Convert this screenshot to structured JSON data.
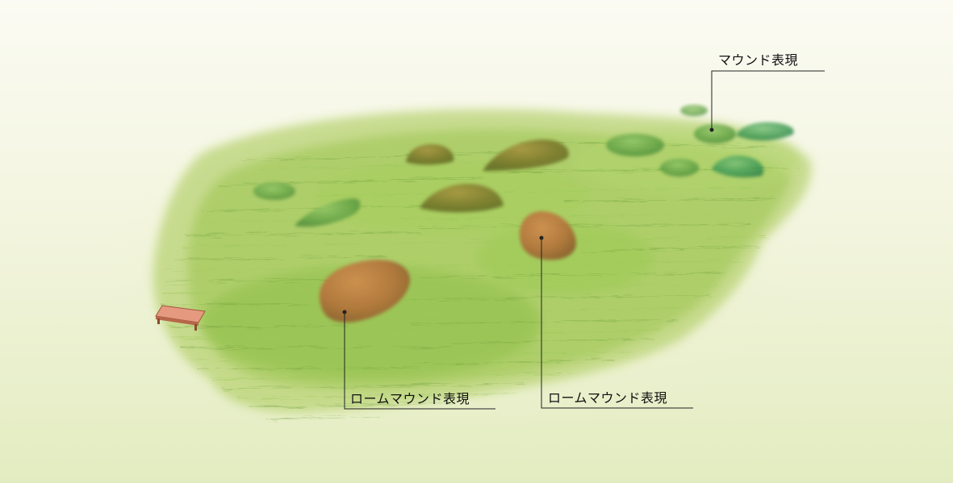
{
  "callouts": [
    {
      "id": "loam-mound-left",
      "text": "ロームマウンド表現"
    },
    {
      "id": "loam-mound-right",
      "text": "ロームマウンド表現"
    },
    {
      "id": "mound-top-right",
      "text": "マウンド表現"
    }
  ],
  "colors": {
    "grass_light": "#b9d374",
    "grass_mid": "#8fbf4a",
    "grass_dark": "#5f9a2e",
    "loam_mound": "#b5703a",
    "mound_olive": "#7c7a2c",
    "mound_green": "#4d9a42",
    "bench": "#e59a80"
  }
}
